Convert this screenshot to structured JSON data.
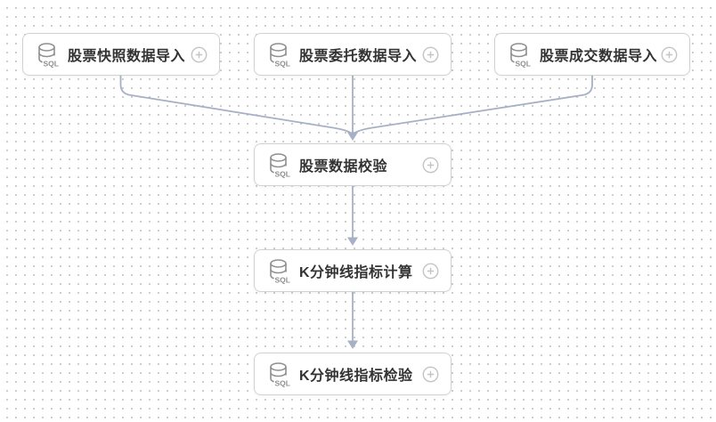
{
  "diagram": {
    "type": "workflow-dag",
    "icon_label": "SQL",
    "nodes": [
      {
        "label": "股票快照数据导入",
        "icon": "sql-database",
        "action": "plus-circle"
      },
      {
        "label": "股票委托数据导入",
        "icon": "sql-database",
        "action": "plus-circle"
      },
      {
        "label": "股票成交数据导入",
        "icon": "sql-database",
        "action": "plus-circle"
      },
      {
        "label": "股票数据校验",
        "icon": "sql-database",
        "action": "plus-circle"
      },
      {
        "label": "K分钟线指标计算",
        "icon": "sql-database",
        "action": "plus-circle"
      },
      {
        "label": "K分钟线指标检验",
        "icon": "sql-database",
        "action": "plus-circle"
      }
    ],
    "edges": [
      {
        "from": "股票快照数据导入",
        "to": "股票数据校验"
      },
      {
        "from": "股票委托数据导入",
        "to": "股票数据校验"
      },
      {
        "from": "股票成交数据导入",
        "to": "股票数据校验"
      },
      {
        "from": "股票数据校验",
        "to": "K分钟线指标计算"
      },
      {
        "from": "K分钟线指标计算",
        "to": "K分钟线指标检验"
      }
    ],
    "colors": {
      "edge": "#a6b1c5",
      "node_border": "#d2d2d2",
      "node_text": "#333333",
      "db_icon": "#8f8f8f",
      "plus_icon": "#c4c4c4",
      "dot_grid": "#c2c2c2"
    }
  }
}
